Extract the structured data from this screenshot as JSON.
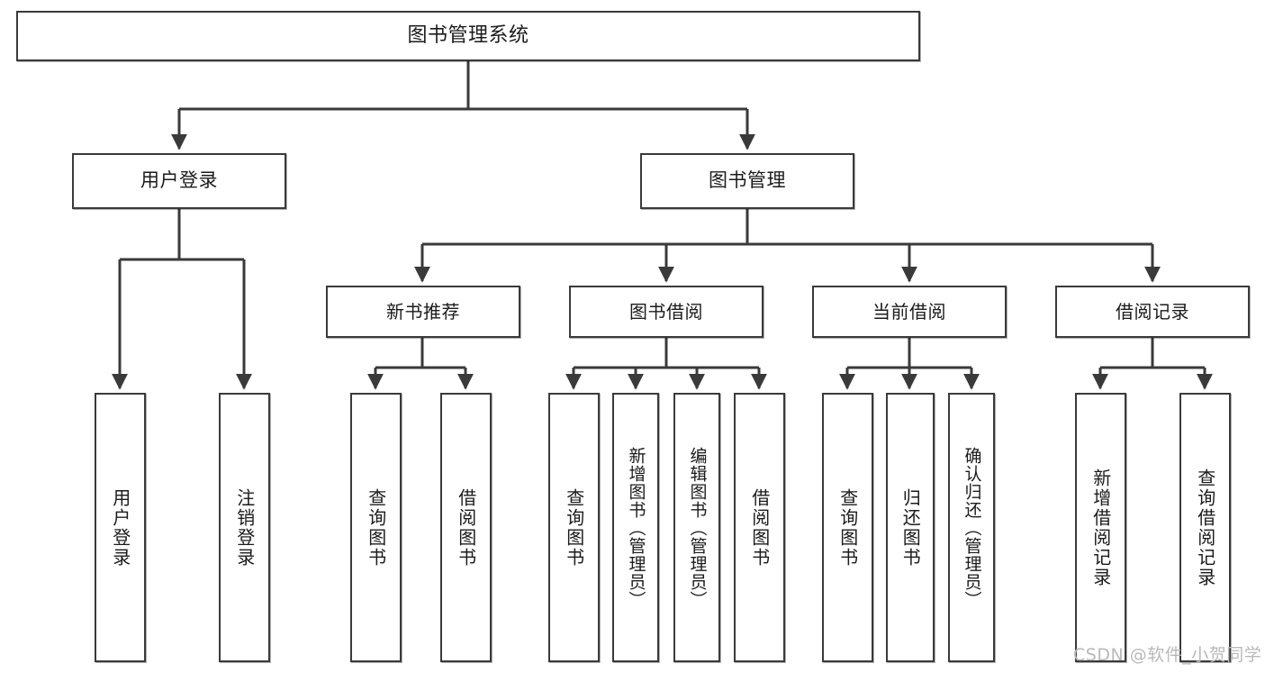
{
  "diagram": {
    "type": "tree-hierarchy",
    "title": "图书管理系统",
    "orientation": "top-down",
    "colors": {
      "box_border": "#3a3a3a",
      "box_fill": "#ffffff",
      "edge": "#3a3a3a",
      "text": "#1b1b1b",
      "watermark": "#b9b9b9"
    }
  },
  "root": {
    "label": "图书管理系统"
  },
  "level2": [
    {
      "label": "用户登录"
    },
    {
      "label": "图书管理"
    }
  ],
  "level3": [
    {
      "label": "新书推荐"
    },
    {
      "label": "图书借阅"
    },
    {
      "label": "当前借阅"
    },
    {
      "label": "借阅记录"
    }
  ],
  "leaves": [
    {
      "label": "用户登录",
      "parent": "用户登录"
    },
    {
      "label": "注销登录",
      "parent": "用户登录"
    },
    {
      "label": "查询图书",
      "parent": "新书推荐"
    },
    {
      "label": "借阅图书",
      "parent": "新书推荐"
    },
    {
      "label": "查询图书",
      "parent": "图书借阅"
    },
    {
      "label": "新增图书（管理员）",
      "parent": "图书借阅"
    },
    {
      "label": "编辑图书（管理员）",
      "parent": "图书借阅"
    },
    {
      "label": "借阅图书",
      "parent": "图书借阅"
    },
    {
      "label": "查询图书",
      "parent": "当前借阅"
    },
    {
      "label": "归还图书",
      "parent": "当前借阅"
    },
    {
      "label": "确认归还（管理员）",
      "parent": "当前借阅"
    },
    {
      "label": "新增借阅记录",
      "parent": "借阅记录"
    },
    {
      "label": "查询借阅记录",
      "parent": "借阅记录"
    }
  ],
  "watermark": {
    "text": "CSDN @软件_小贺同学"
  }
}
